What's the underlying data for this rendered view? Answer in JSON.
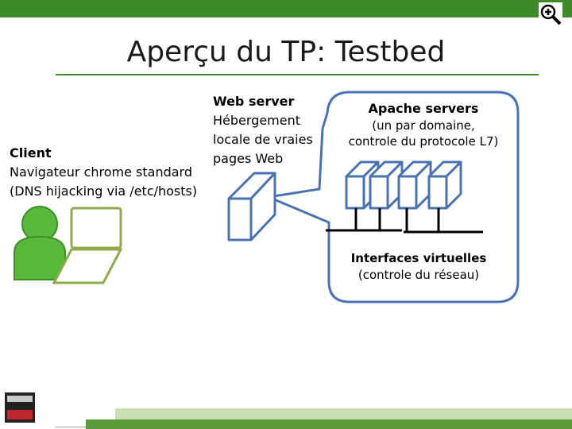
{
  "slide": {
    "title": "Aperçu du TP: Testbed"
  },
  "client": {
    "heading": "Client",
    "line1": "Navigateur chrome standard",
    "line2": "(DNS hijacking via /etc/hosts)"
  },
  "web_server": {
    "heading": "Web server",
    "line1": "Hébergement",
    "line2": "locale de vraies",
    "line3": "pages Web"
  },
  "apache": {
    "heading": "Apache servers",
    "line1": "(un par domaine,",
    "line2": "controle du protocole L7)"
  },
  "interfaces": {
    "heading": "Interfaces virtuelles",
    "line1": "(controle du réseau)"
  },
  "colors": {
    "accent_green": "#3e8a2a",
    "client_green": "#57b83a",
    "laptop_outline": "#8faa4a",
    "server_outline": "#4a72b0"
  },
  "icons": {
    "zoom": "zoom-in-icon",
    "user": "user-icon",
    "laptop": "laptop-icon",
    "server": "server-icon",
    "logo": "telecom-paristech-logo"
  }
}
